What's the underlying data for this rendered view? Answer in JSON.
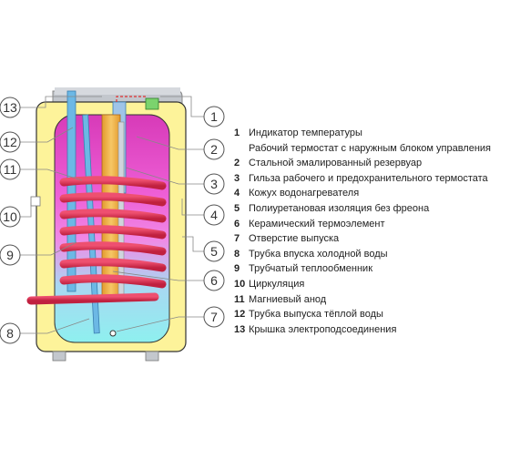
{
  "colors": {
    "tank_casing": "#fdf39a",
    "tank_top": "#bfc3c9",
    "tank_gradient_top": "#d73ab8",
    "tank_gradient_mid": "#f26ee3",
    "tank_gradient_bottom": "#8ef0ef",
    "coil": "#dc3455",
    "element": "#f2b24a",
    "pipe": "#6cb8e5",
    "outline": "#222222",
    "callout_line": "#888888"
  },
  "callouts": [
    {
      "number": "13",
      "side": "left"
    },
    {
      "number": "12",
      "side": "left"
    },
    {
      "number": "11",
      "side": "left"
    },
    {
      "number": "10",
      "side": "left"
    },
    {
      "number": "9",
      "side": "left"
    },
    {
      "number": "8",
      "side": "left"
    },
    {
      "number": "1",
      "side": "right"
    },
    {
      "number": "2",
      "side": "right"
    },
    {
      "number": "3",
      "side": "right"
    },
    {
      "number": "4",
      "side": "right"
    },
    {
      "number": "5",
      "side": "right"
    },
    {
      "number": "6",
      "side": "right"
    },
    {
      "number": "7",
      "side": "right"
    }
  ],
  "legend": [
    {
      "number": "1",
      "label": "Индикатор температуры"
    },
    {
      "number": "",
      "label": "Рабочий термостат с наружным блоком управления"
    },
    {
      "number": "2",
      "label": "Стальной эмалированный резервуар"
    },
    {
      "number": "3",
      "label": "Гильза рабочего и предохранительного термостата"
    },
    {
      "number": "4",
      "label": "Кожух водонагревателя"
    },
    {
      "number": "5",
      "label": "Полиуретановая изоляция без фреона"
    },
    {
      "number": "6",
      "label": "Керамический термоэлемент"
    },
    {
      "number": "7",
      "label": "Отверстие выпуска"
    },
    {
      "number": "8",
      "label": "Трубка впуска холодной воды"
    },
    {
      "number": "9",
      "label": "Трубчатый теплообменник"
    },
    {
      "number": "10",
      "label": "Циркуляция"
    },
    {
      "number": "11",
      "label": "Магниевый анод"
    },
    {
      "number": "12",
      "label": "Трубка выпуска тёплой воды"
    },
    {
      "number": "13",
      "label": "Крышка электроподсоединения"
    }
  ]
}
